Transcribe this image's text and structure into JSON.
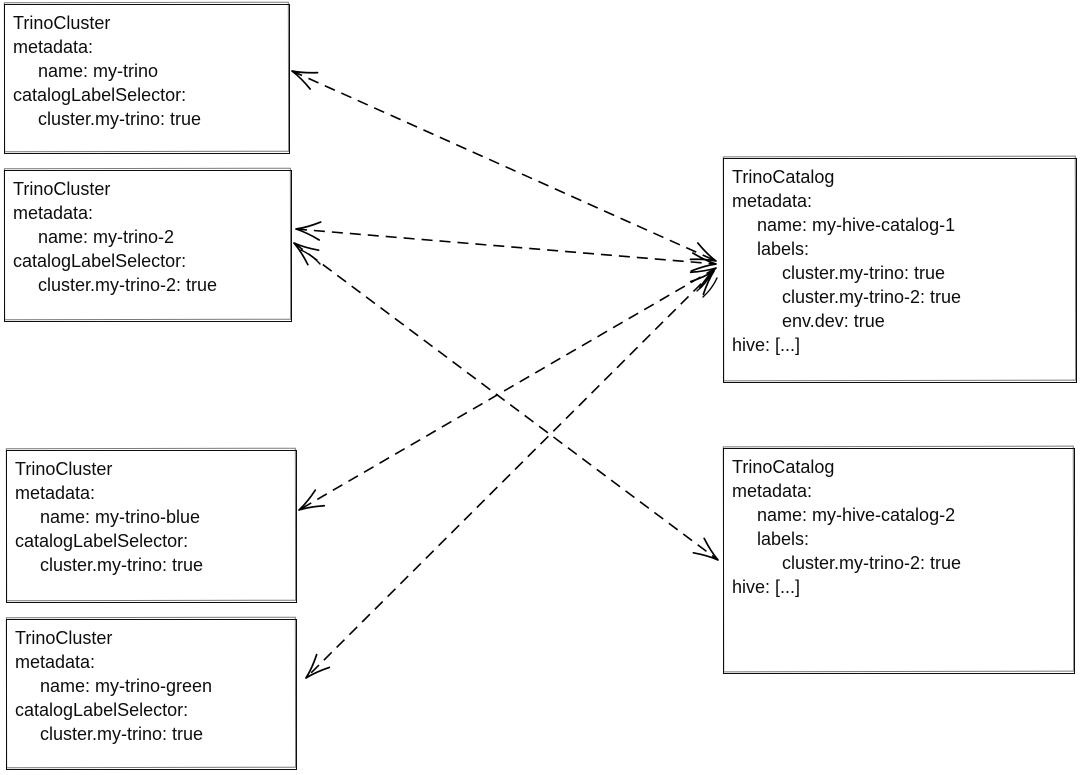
{
  "canvas": {
    "background": "#ffffff",
    "ink_color": "#000000",
    "connector_style": "dashed",
    "arrowhead_style": "open-curved-both-ends"
  },
  "nodes": [
    {
      "id": "my-trino",
      "kind": "TrinoCluster",
      "lines": [
        "TrinoCluster",
        "metadata:",
        "     name: my-trino",
        "catalogLabelSelector:",
        "     cluster.my-trino: true"
      ]
    },
    {
      "id": "my-trino-2",
      "kind": "TrinoCluster",
      "lines": [
        "TrinoCluster",
        "metadata:",
        "     name: my-trino-2",
        "catalogLabelSelector:",
        "     cluster.my-trino-2: true"
      ]
    },
    {
      "id": "my-trino-blue",
      "kind": "TrinoCluster",
      "lines": [
        "TrinoCluster",
        "metadata:",
        "     name: my-trino-blue",
        "catalogLabelSelector:",
        "     cluster.my-trino: true"
      ]
    },
    {
      "id": "my-trino-green",
      "kind": "TrinoCluster",
      "lines": [
        "TrinoCluster",
        "metadata:",
        "     name: my-trino-green",
        "catalogLabelSelector:",
        "     cluster.my-trino: true"
      ]
    },
    {
      "id": "my-hive-catalog-1",
      "kind": "TrinoCatalog",
      "lines": [
        "TrinoCatalog",
        "metadata:",
        "     name: my-hive-catalog-1",
        "     labels:",
        "          cluster.my-trino: true",
        "          cluster.my-trino-2: true",
        "          env.dev: true",
        "hive: [...]"
      ]
    },
    {
      "id": "my-hive-catalog-2",
      "kind": "TrinoCatalog",
      "lines": [
        "TrinoCatalog",
        "metadata:",
        "     name: my-hive-catalog-2",
        "     labels:",
        "          cluster.my-trino-2: true",
        "hive: [...]"
      ]
    }
  ],
  "edges": [
    {
      "from": "my-trino",
      "to": "my-hive-catalog-1",
      "line": "dashed",
      "arrowheads": "both"
    },
    {
      "from": "my-trino-2",
      "to": "my-hive-catalog-1",
      "line": "dashed",
      "arrowheads": "both"
    },
    {
      "from": "my-trino-2",
      "to": "my-hive-catalog-2",
      "line": "dashed",
      "arrowheads": "both"
    },
    {
      "from": "my-hive-catalog-1",
      "to": "my-trino-blue",
      "line": "dashed",
      "arrowheads": "both"
    },
    {
      "from": "my-hive-catalog-1",
      "to": "my-trino-green",
      "line": "dashed",
      "arrowheads": "both"
    }
  ]
}
